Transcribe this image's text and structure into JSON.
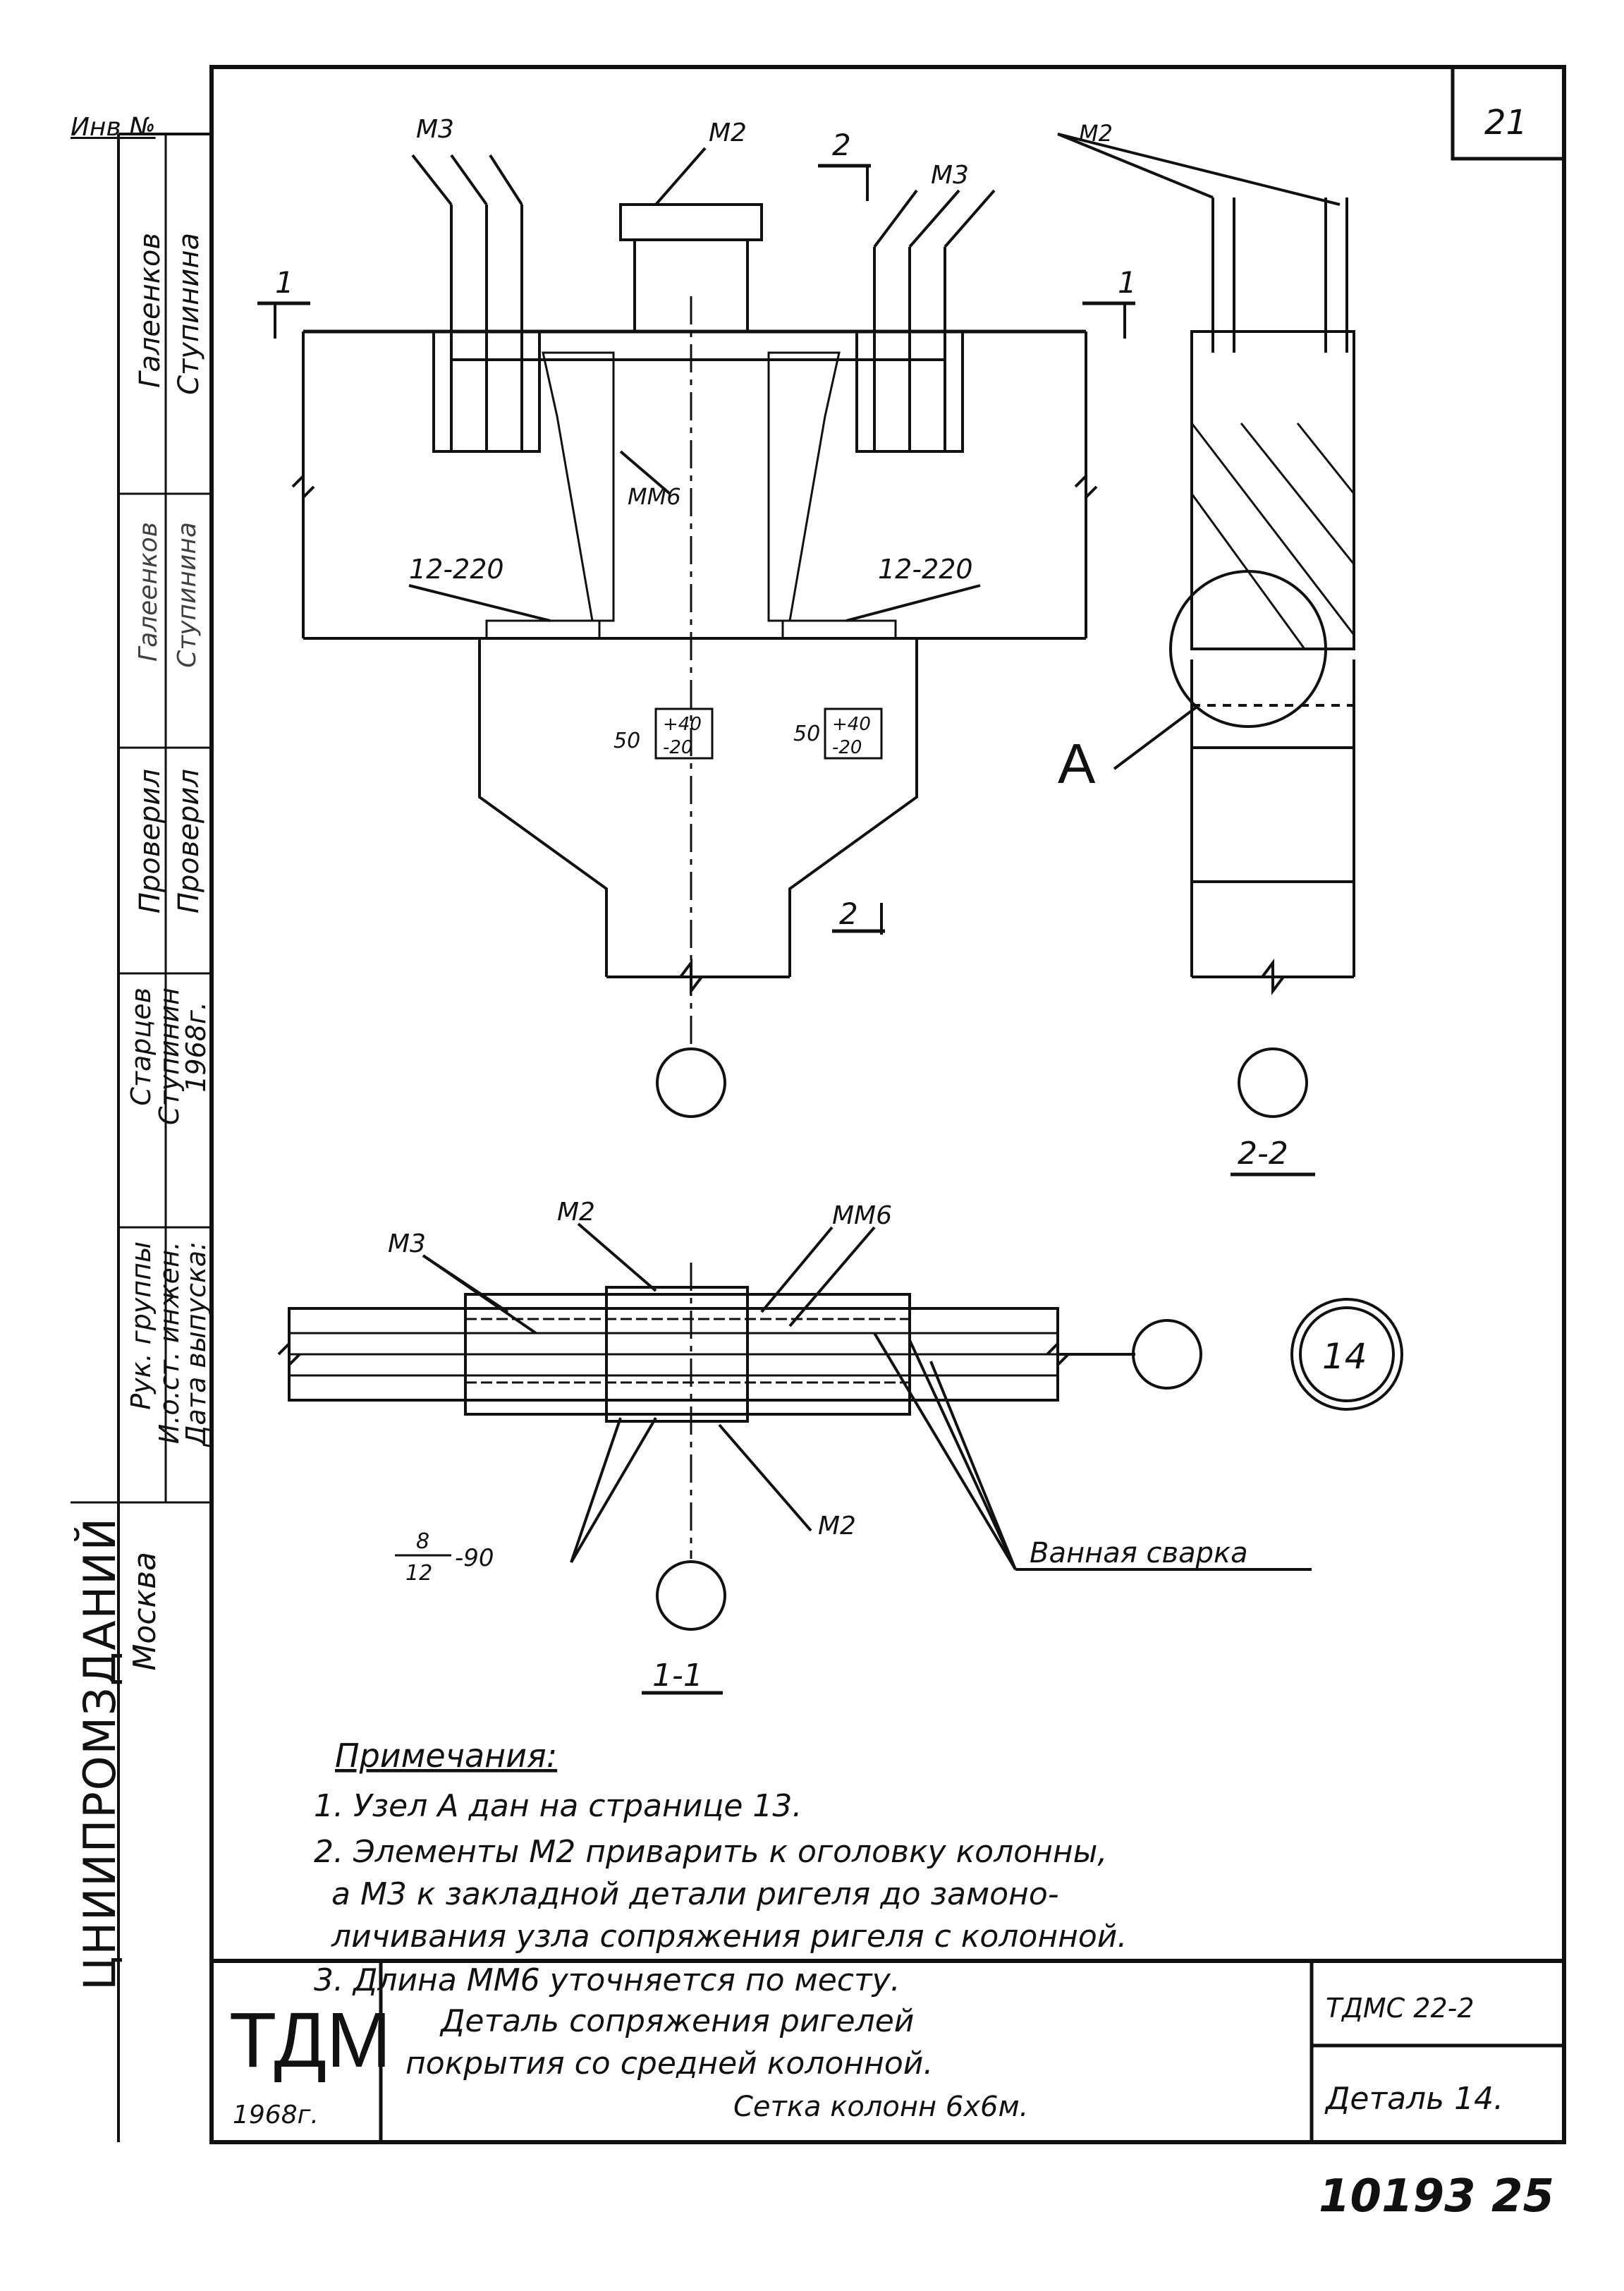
{
  "sheet": {
    "page_number": "21",
    "inv_label": "Инв №",
    "doc_code": "ТДМС 22-2",
    "detail_label": "Деталь 14.",
    "bottom_number": "10193 25",
    "org_block": "ЦНИИПРОМЗДАНИЙ",
    "city": "Москва",
    "logo_text": "ТДМ",
    "logo_year": "1968г."
  },
  "title_block": {
    "line1": "Деталь сопряжения ригелей",
    "line2": "покрытия со средней колонной.",
    "line3": "Сетка колонн 6х6м."
  },
  "stamp": {
    "roles": [
      "Рук. группы",
      "И.о.ст. инжен.",
      "Дата выпуска:"
    ],
    "names_col1": [
      "Старцев",
      "Ступинин",
      "1968г."
    ],
    "checked": [
      "Проверил",
      "Проверил"
    ],
    "names_col2": [
      "Галеенков",
      "Ступинина"
    ],
    "signatures": [
      "Галеенков",
      "Ступинина"
    ]
  },
  "labels": {
    "m3": "М3",
    "m2": "М2",
    "mm6": "ММ6",
    "dim_12_220": "12-220",
    "dim_50": "50",
    "dim_tol_plus": "+40",
    "dim_tol_minus": "-20",
    "section_1": "1",
    "section_2": "2",
    "node_a": "А",
    "section_22": "2-2",
    "section_11": "1-1",
    "detail_number": "14",
    "rebar_num": "8",
    "rebar_den": "12",
    "rebar_spacing": "-90",
    "welding": "Ванная сварка"
  },
  "notes": {
    "heading": "Примечания:",
    "items": [
      "1. Узел А дан на странице 13.",
      "2. Элементы М2 приварить к оголовку колонны,",
      "а М3 к закладной детали ригеля до замоно-",
      "личивания узла сопряжения ригеля с колонной.",
      "3. Длина ММ6 уточняется по месту."
    ]
  }
}
